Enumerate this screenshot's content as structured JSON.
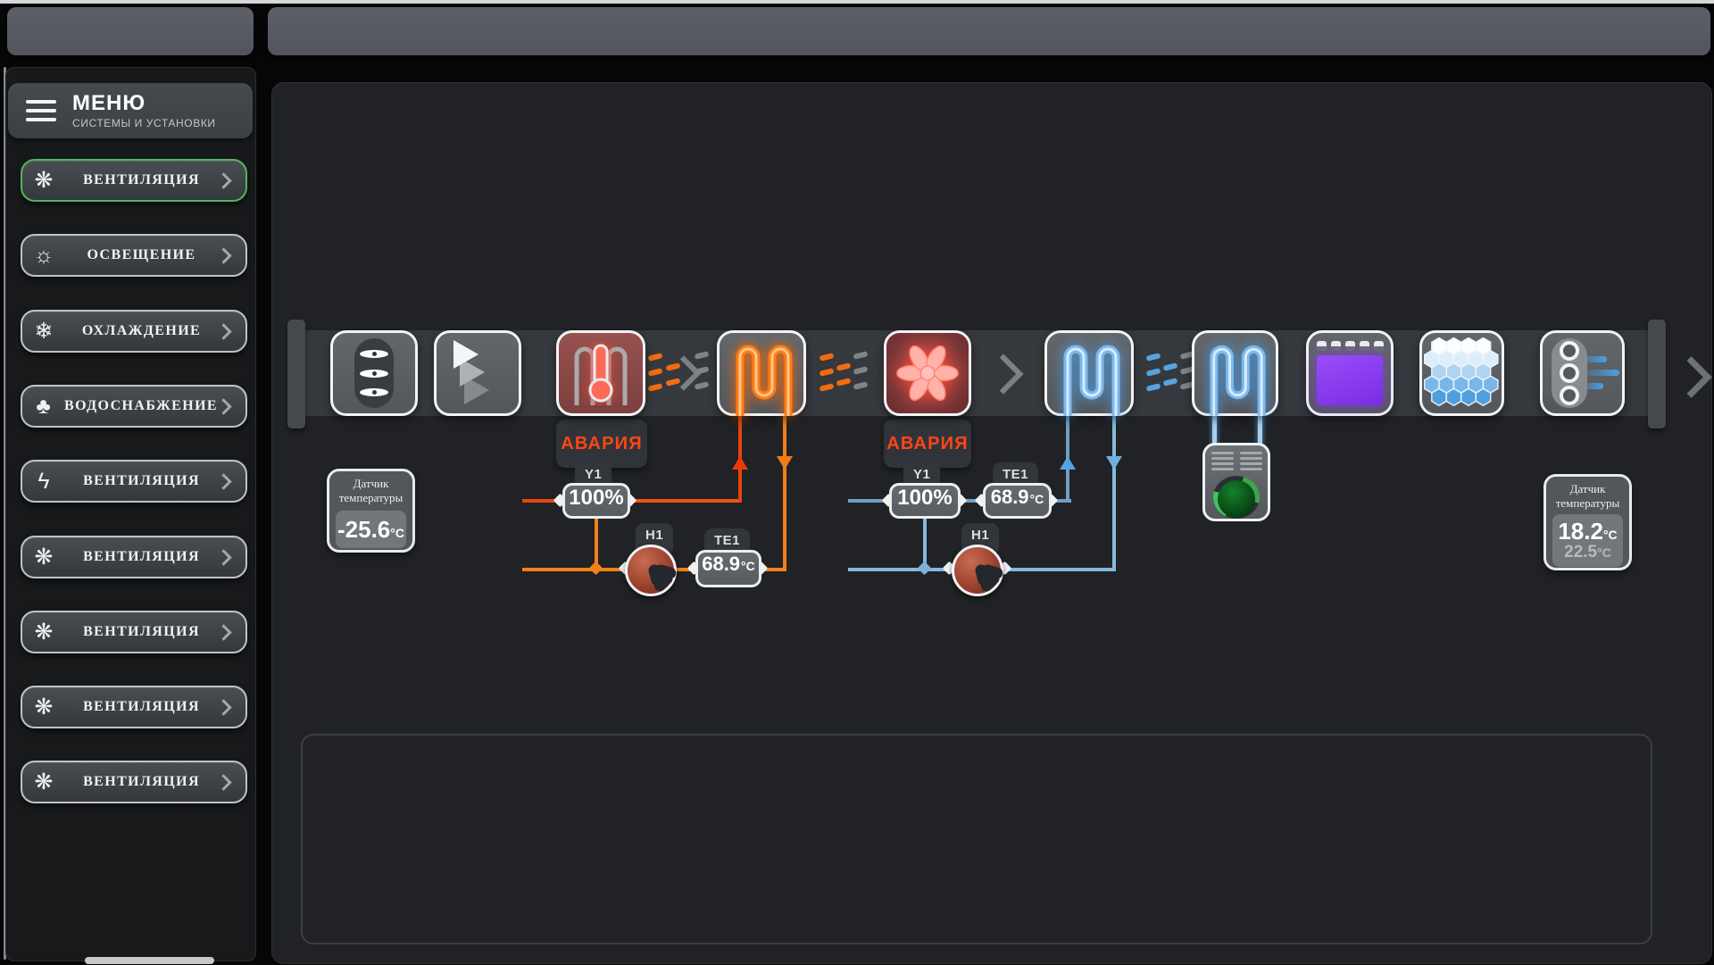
{
  "sidebar": {
    "menu_title": "МЕНЮ",
    "menu_subtitle": "СИСТЕМЫ И УСТАНОВКИ",
    "items": [
      {
        "label": "ВЕНТИЛЯЦИЯ",
        "icon": "fan-icon",
        "glyph": "❋",
        "selected": true
      },
      {
        "label": "ОСВЕЩЕНИЕ",
        "icon": "light-icon",
        "glyph": "☼",
        "selected": false
      },
      {
        "label": "ОХЛАЖДЕНИЕ",
        "icon": "snowflake-icon",
        "glyph": "❄",
        "selected": false
      },
      {
        "label": "ВОДОСНАБЖЕНИЕ",
        "icon": "water-pump-icon",
        "glyph": "♣",
        "selected": false
      },
      {
        "label": "ВЕНТИЛЯЦИЯ",
        "icon": "lightning-icon",
        "glyph": "ϟ",
        "selected": false
      },
      {
        "label": "ВЕНТИЛЯЦИЯ",
        "icon": "fan-icon",
        "glyph": "❋",
        "selected": false
      },
      {
        "label": "ВЕНТИЛЯЦИЯ",
        "icon": "fan-icon",
        "glyph": "❋",
        "selected": false
      },
      {
        "label": "ВЕНТИЛЯЦИЯ",
        "icon": "fan-icon",
        "glyph": "❋",
        "selected": false
      },
      {
        "label": "ВЕНТИЛЯЦИЯ",
        "icon": "fan-icon",
        "glyph": "❋",
        "selected": false
      }
    ]
  },
  "diagram": {
    "heater_alarm": "АВАРИЯ",
    "fan_alarm": "АВАРИЯ",
    "heating_circuit": {
      "valve_tag": "Y1",
      "valve_value": "100%",
      "pump_tag": "H1",
      "temp_tag": "TE1",
      "temp_value": "68.9",
      "temp_unit": "°C"
    },
    "cooling_circuit": {
      "valve_tag": "Y1",
      "valve_value": "100%",
      "pump_tag": "H1",
      "temp_tag": "TE1",
      "temp_value": "68.9",
      "temp_unit": "°C"
    },
    "sensor_outdoor": {
      "label": "Датчик температуры",
      "value": "-25.6",
      "unit": "°C"
    },
    "sensor_supply": {
      "label": "Датчик температуры",
      "value_primary": "18.2",
      "value_secondary": "22.5",
      "unit": "°C"
    },
    "colors": {
      "alarm_text": "#ff4616",
      "selected_border": "#53b45f",
      "pipe_hot_supply": "#e8430c",
      "pipe_hot_return": "#f08018",
      "pipe_cold_supply": "#6f9ec5",
      "pipe_cold_return": "#85b8dc",
      "heating_coil": "#ff7d12",
      "cooling_coil": "#7fb9ec",
      "uv_glow": "#8a3cf0"
    }
  }
}
